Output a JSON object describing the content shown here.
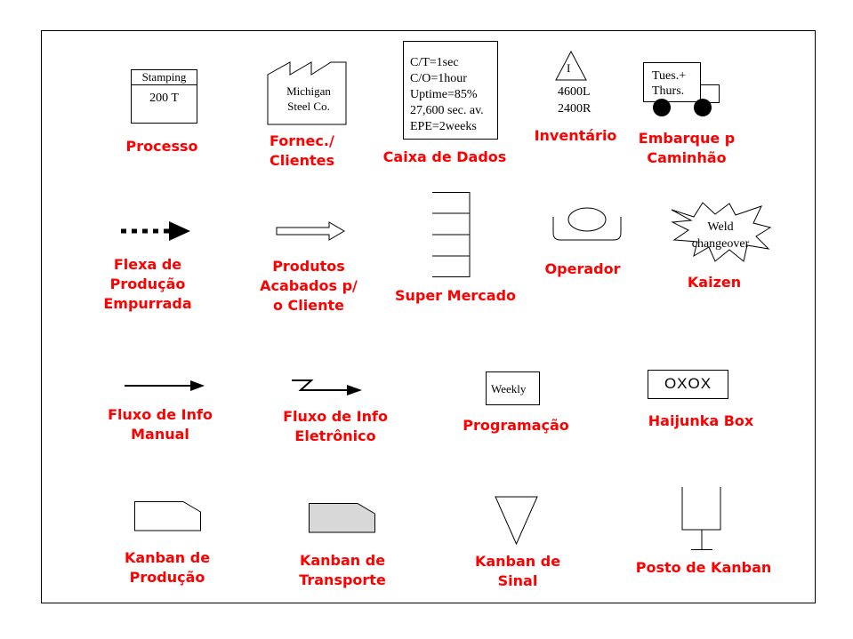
{
  "symbols": {
    "processo": {
      "label": "Processo",
      "header": "Stamping",
      "value": "200 T"
    },
    "fornecedor": {
      "label": "Fornec./\nClientes",
      "text": "Michigan\nSteel Co."
    },
    "caixa_dados": {
      "label": "Caixa de Dados",
      "lines": "C/T=1sec\nC/O=1hour\nUptime=85%\n27,600 sec. av.\nEPE=2weeks"
    },
    "inventario": {
      "label": "Inventário",
      "mark": "I",
      "lines": "4600L\n2400R"
    },
    "embarque": {
      "label": "Embarque p\nCaminhão",
      "text": "Tues.+\nThurs."
    },
    "flexa_empurrada": {
      "label": "Flexa de\nProdução\nEmpurrada"
    },
    "produtos_acabados": {
      "label": "Produtos\nAcabados p/\no Cliente"
    },
    "super_mercado": {
      "label": "Super Mercado"
    },
    "operador": {
      "label": "Operador"
    },
    "kaizen": {
      "label": "Kaizen",
      "text": "Weld\nchangeover"
    },
    "fluxo_manual": {
      "label": "Fluxo de Info\nManual"
    },
    "fluxo_eletronico": {
      "label": "Fluxo de Info\nEletrônico"
    },
    "programacao": {
      "label": "Programação",
      "text": "Weekly"
    },
    "haijunka": {
      "label": "Haijunka Box",
      "text": "OXOX"
    },
    "kanban_producao": {
      "label": "Kanban de\nProdução"
    },
    "kanban_transporte": {
      "label": "Kanban de\nTransporte"
    },
    "kanban_sinal": {
      "label": "Kanban de\nSinal"
    },
    "posto_kanban": {
      "label": "Posto de Kanban"
    }
  }
}
